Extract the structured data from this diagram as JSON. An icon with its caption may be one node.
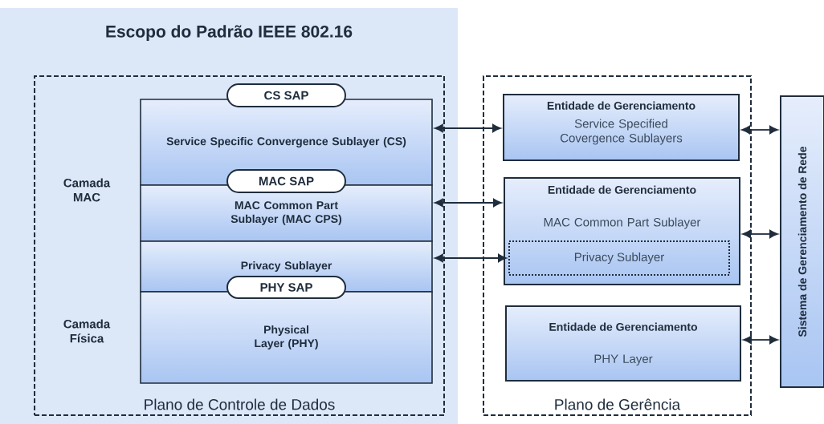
{
  "diagram": {
    "nodes": [
      {
        "text": [
          "Escopo do Padrão IEEE 802.16"
        ]
      },
      {
        "text": [
          "Plano de Controle de Dados"
        ],
        "in": 0
      },
      {
        "text": [
          "Service Specific Convergence Sublayer (CS)"
        ],
        "in": 1
      },
      {
        "text": [
          "MAC Common Part Sublayer (MAC CPS)"
        ],
        "in": 1
      },
      {
        "text": [
          "Privacy Sublayer"
        ],
        "in": 1
      },
      {
        "text": [
          "Physical Layer (PHY)"
        ],
        "in": 1
      },
      {
        "text": [
          "CS SAP"
        ],
        "in": 1
      },
      {
        "text": [
          "MAC SAP"
        ],
        "in": 1
      },
      {
        "text": [
          "PHY SAP"
        ],
        "in": 1
      },
      {
        "text": [
          "Plano de Gerência"
        ]
      },
      {
        "text": [
          "Entidade de Gerenciamento",
          "Service Specified Covergence Sublayers"
        ],
        "in": 9
      },
      {
        "text": [
          "Entidade de Gerenciamento",
          "MAC Common Part Sublayer"
        ],
        "in": 9
      },
      {
        "text": [
          "Privacy Sublayer"
        ],
        "in": 11
      },
      {
        "text": [
          "Entidade de Gerenciamento",
          "PHY Layer"
        ],
        "in": 9
      },
      {
        "text": [
          "Sistema de Gerenciamento de Rede"
        ]
      }
    ],
    "edges": [
      {
        "from": 2,
        "to": 10,
        "arrow": "both"
      },
      {
        "from": 3,
        "to": 11,
        "arrow": "both"
      },
      {
        "from": 4,
        "to": 12,
        "arrow": "both"
      },
      {
        "from": 10,
        "to": 14,
        "arrow": "both"
      },
      {
        "from": 11,
        "to": 14,
        "arrow": "both"
      },
      {
        "from": 13,
        "to": 14,
        "arrow": "both"
      }
    ],
    "labels": [
      "Camada MAC",
      "Camada Física"
    ]
  }
}
